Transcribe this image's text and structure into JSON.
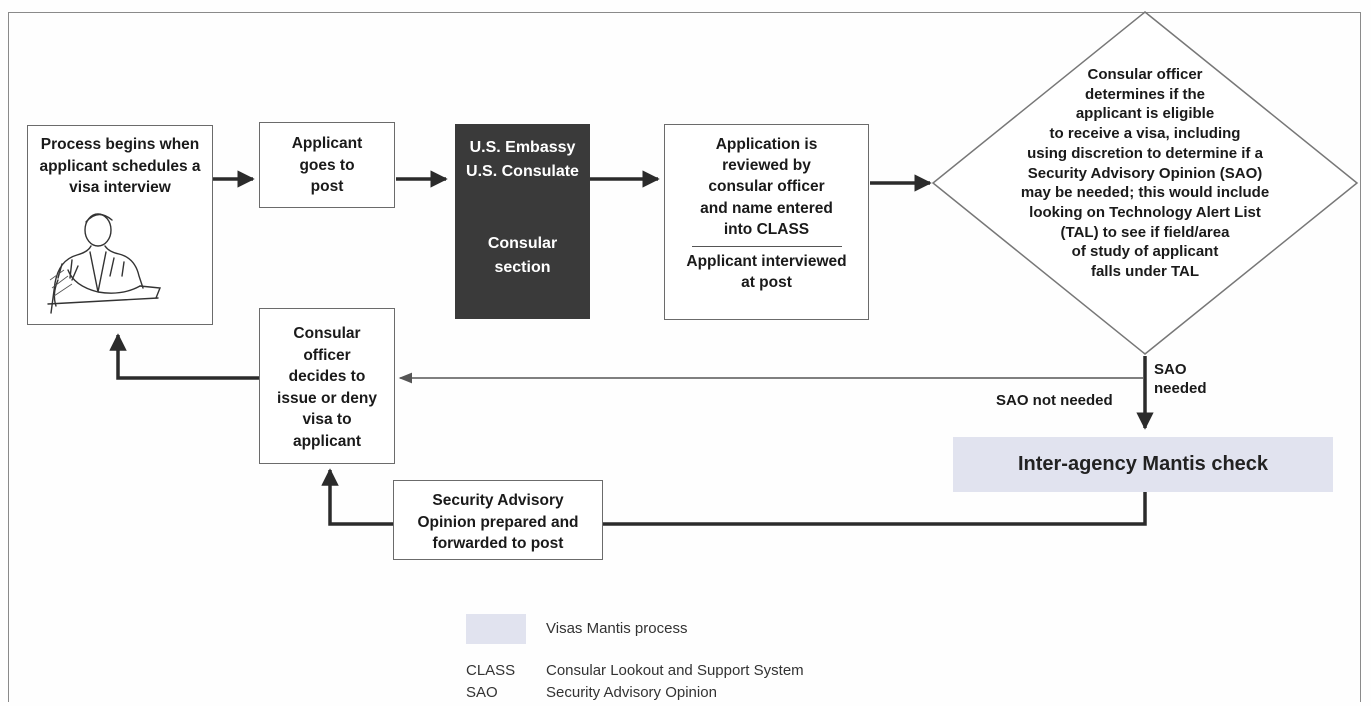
{
  "flow": {
    "start": "Process begins when applicant schedules a visa interview",
    "goes_to_post": [
      "Applicant",
      "goes to",
      "post"
    ],
    "embassy": {
      "line1": "U.S. Embassy",
      "line2": "U.S. Consulate",
      "line3": "Consular",
      "line4": "section"
    },
    "review": {
      "lines": [
        "Application is",
        "reviewed by",
        "consular officer",
        "and name entered",
        "into CLASS"
      ],
      "interview": [
        "Applicant interviewed",
        "at post"
      ]
    },
    "decision_diamond": [
      "Consular officer",
      "determines if the",
      "applicant is eligible",
      "to receive a visa, including",
      "using discretion to determine if a",
      "Security Advisory Opinion (SAO)",
      "may be needed; this would include",
      "looking on Technology Alert List",
      "(TAL) to see if field/area",
      "of study of applicant",
      "falls under TAL"
    ],
    "sao_needed": [
      "SAO",
      "needed"
    ],
    "sao_not_needed": "SAO not needed",
    "mantis_check": "Inter-agency Mantis check",
    "sao_prepared": [
      "Security Advisory",
      "Opinion prepared and",
      "forwarded to post"
    ],
    "officer_decides": [
      "Consular",
      "officer",
      "decides to",
      "issue or deny",
      "visa to",
      "applicant"
    ]
  },
  "legend": {
    "mantis_process": "Visas Mantis process",
    "abbreviations": [
      {
        "abbr": "CLASS",
        "meaning": "Consular Lookout and Support System"
      },
      {
        "abbr": "SAO",
        "meaning": "Security Advisory Opinion"
      }
    ]
  },
  "colors": {
    "dark_box": "#3a3a3a",
    "mantis_fill": "#e1e3ef",
    "line": "#2b2b2b"
  }
}
